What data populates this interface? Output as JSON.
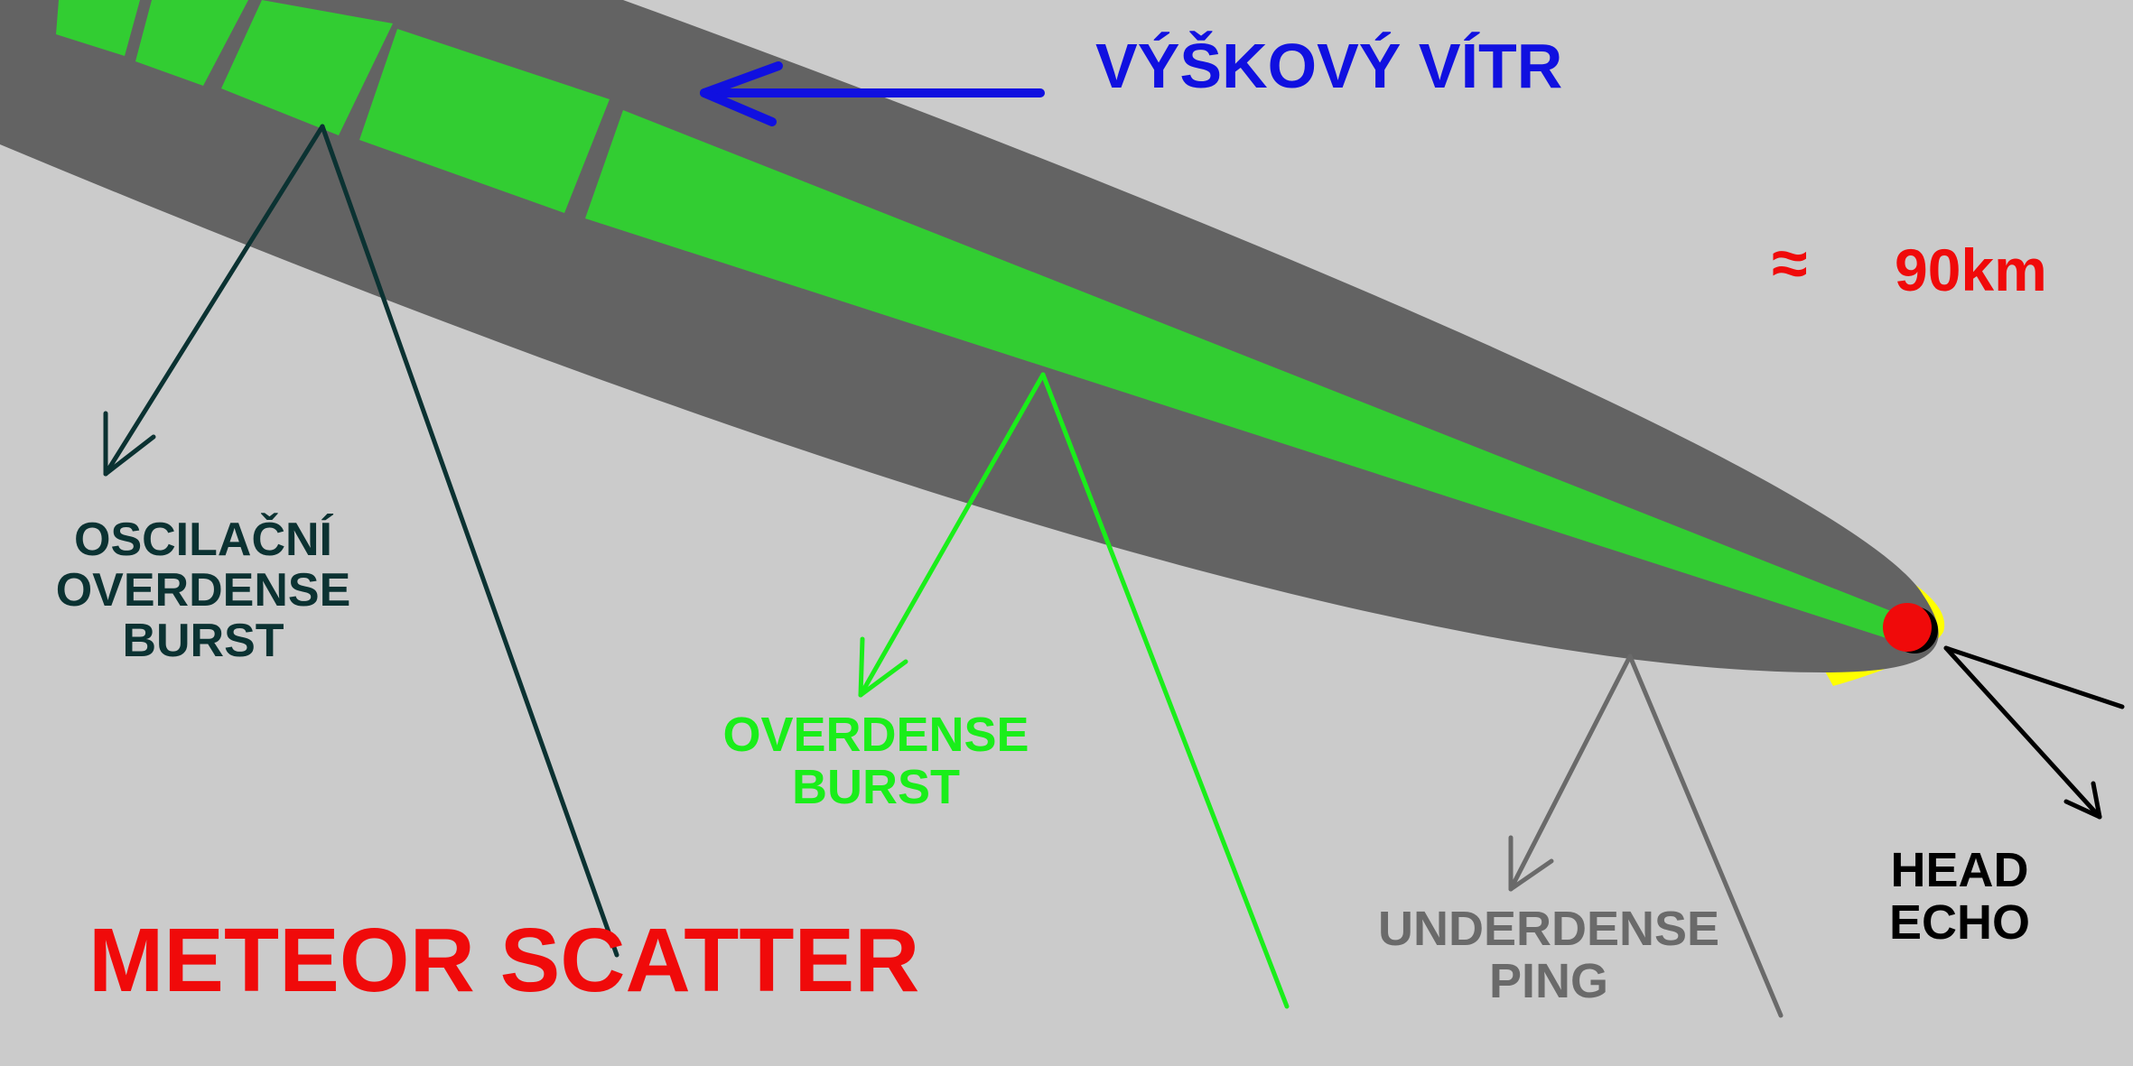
{
  "title": "METEOR SCATTER",
  "wind_label": "VÝŠKOVÝ VÍTR",
  "altitude": {
    "approx_symbol": "≈",
    "value": "90km"
  },
  "labels": {
    "oscillating_burst": [
      "OSCILAČNÍ",
      "OVERDENSE",
      "BURST"
    ],
    "overdense_burst": [
      "OVERDENSE",
      "BURST"
    ],
    "underdense_ping": [
      "UNDERDENSE",
      "PING"
    ],
    "head_echo": [
      "HEAD",
      "ECHO"
    ]
  },
  "colors": {
    "background": "#cbcbcb",
    "trail": "#636363",
    "ionization": "#32cd32",
    "wind": "#1010e0",
    "title": "#f00a0a",
    "oscillating": "#0b3232",
    "overdense": "#1aee1a",
    "underdense": "#6a6a6a",
    "head_echo": "#000000",
    "meteor": "#f00a0a",
    "glow": "#ffff00"
  }
}
